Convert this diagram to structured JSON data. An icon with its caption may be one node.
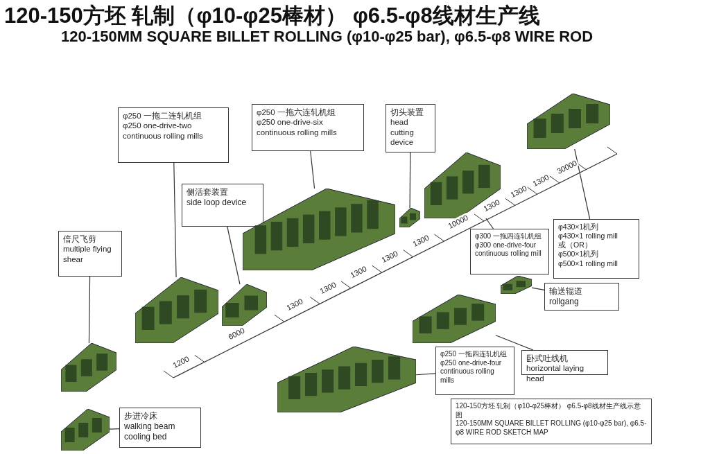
{
  "diagram": {
    "title": "120-150方坯 轧制（φ10-φ25棒材） φ6.5-φ8线材生产线",
    "nodes": [
      {
        "text": [
          "φ250 一拖二连轧机组",
          "φ250 one-drive-two continuous rolling mills"
        ]
      },
      {
        "text": [
          "φ250 一拖六连轧机组",
          "φ250 one-drive-six continuous rolling mills"
        ]
      },
      {
        "text": [
          "切头装置",
          "head cutting device"
        ]
      },
      {
        "text": [
          "侧活套装置",
          "side loop device"
        ]
      },
      {
        "text": [
          "倍尺飞剪",
          "multiple flying shear"
        ]
      },
      {
        "text": [
          "步进冷床",
          "walking beam cooling bed"
        ]
      },
      {
        "text": [
          "φ300 一拖四连轧机组",
          "φ300 one-drive-four continuous rolling mill"
        ]
      },
      {
        "text": [
          "φ430×1机列",
          "φ430×1 rolling mill",
          "或（OR）",
          "φ500×1机列",
          "φ500×1 rolling mill"
        ]
      },
      {
        "text": [
          "输送辊道",
          "rollgang"
        ]
      },
      {
        "text": [
          "卧式吐线机",
          "horizontal laying head"
        ]
      },
      {
        "text": [
          "φ250 一拖四连轧机组",
          "φ250 one-drive-four continuous rolling mills"
        ]
      },
      {
        "text": [
          "120-150方坯 轧制（φ10-φ25棒材） φ6.5-φ8线材生产线示意图",
          "120-150MM SQUARE BILLET ROLLING (φ10-φ25 bar), φ6.5-φ8 WIRE ROD SKETCH MAP"
        ]
      },
      {
        "text": [],
        "shape": "picture"
      },
      {
        "text": [],
        "shape": "picture"
      },
      {
        "text": [],
        "shape": "picture"
      },
      {
        "text": [],
        "shape": "picture"
      },
      {
        "text": [],
        "shape": "picture"
      },
      {
        "text": [],
        "shape": "picture"
      },
      {
        "text": [],
        "shape": "picture"
      },
      {
        "text": [],
        "shape": "picture"
      },
      {
        "text": [],
        "shape": "picture"
      },
      {
        "text": [],
        "shape": "picture"
      },
      {
        "text": [],
        "shape": "picture"
      }
    ],
    "edges": [
      {
        "from": 0,
        "to": 12,
        "arrow": "none"
      },
      {
        "from": 1,
        "to": 13,
        "arrow": "none"
      },
      {
        "from": 2,
        "to": 15,
        "arrow": "none"
      },
      {
        "from": 3,
        "to": 14,
        "arrow": "none"
      },
      {
        "from": 4,
        "to": 21,
        "arrow": "none"
      },
      {
        "from": 5,
        "to": 22,
        "arrow": "none"
      },
      {
        "from": 6,
        "to": 16,
        "arrow": "none"
      },
      {
        "from": 7,
        "to": 17,
        "arrow": "none"
      },
      {
        "from": 8,
        "to": 18,
        "arrow": "none"
      },
      {
        "from": 9,
        "to": 19,
        "arrow": "none"
      },
      {
        "from": 10,
        "to": 20,
        "arrow": "none"
      }
    ],
    "labels": [
      "120-150MM SQUARE BILLET ROLLING (φ10-φ25 bar), φ6.5-φ8 WIRE ROD",
      "1200",
      "6000",
      "1300",
      "1300",
      "1300",
      "1300",
      "1300",
      "10000",
      "1300",
      "1300",
      "1300",
      "30000"
    ]
  }
}
